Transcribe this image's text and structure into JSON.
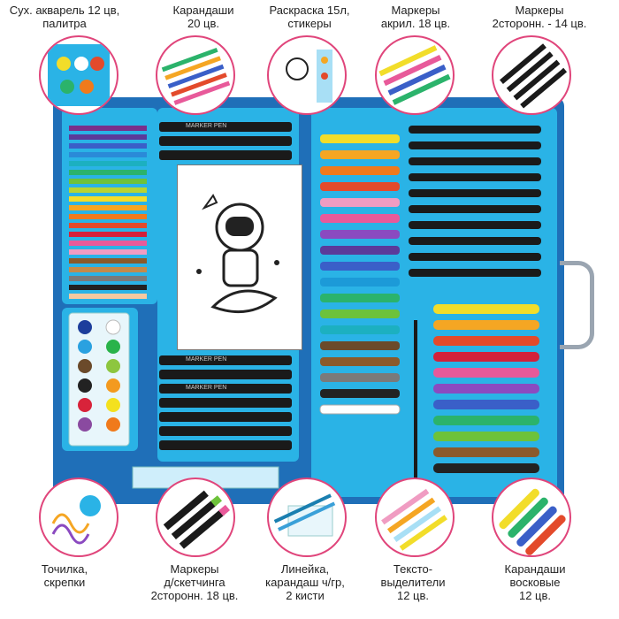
{
  "labels": {
    "watercolor": [
      "Сух. акварель 12 цв,",
      "палитра"
    ],
    "pencils": [
      "Карандаши",
      "20 цв."
    ],
    "coloring": [
      "Раскраска 15л,",
      "стикеры"
    ],
    "acryl": [
      "Маркеры",
      "акрил. 18 цв."
    ],
    "twoside": [
      "Маркеры",
      "2сторонн. - 14 цв."
    ],
    "sharpener": [
      "Точилка,",
      "скрепки"
    ],
    "sketch": [
      "Маркеры",
      "д/скетчинга",
      "2сторонн. 18 цв."
    ],
    "ruler": [
      "Линейка,",
      "карандаш ч/гр,",
      "2 кисти"
    ],
    "highlighter": [
      "Тексто-",
      "выделители",
      "12 цв."
    ],
    "wax": [
      "Карандаши",
      "восковые",
      "12 цв."
    ]
  },
  "marker_text": "MARKER PEN",
  "colors": {
    "accent_ring": "#e0457b",
    "case": "#1f6fb8",
    "tray": "#2ab3e6"
  }
}
